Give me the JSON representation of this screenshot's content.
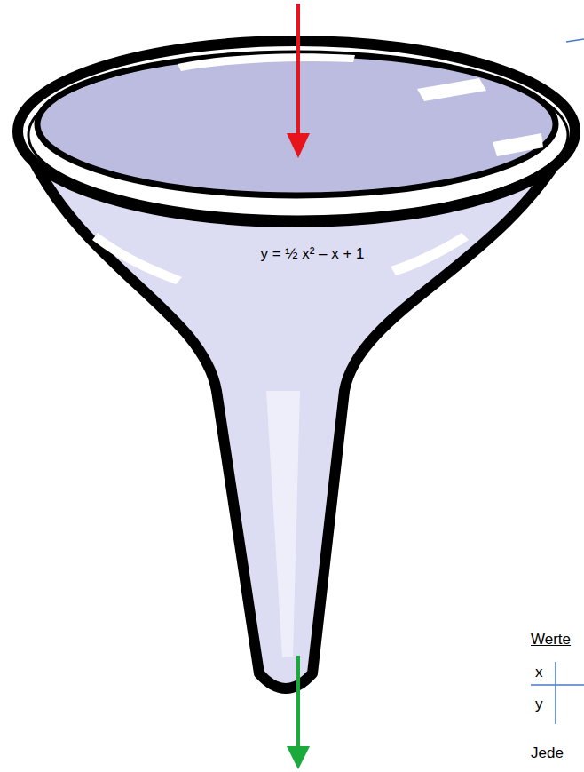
{
  "diagram": {
    "nodes": [
      {
        "text": [
          "y = ½ x² – x + 1"
        ]
      }
    ],
    "labels": [
      "Werte",
      "x",
      "y",
      "Jede"
    ]
  }
}
